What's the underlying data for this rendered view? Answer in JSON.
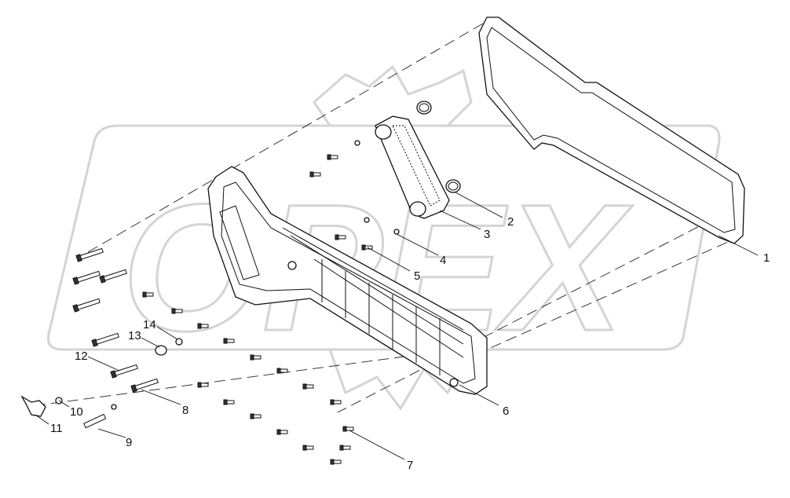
{
  "watermark": {
    "text": "OPEX"
  },
  "corner_mark": "",
  "callouts": [
    {
      "id": "c1",
      "label": "1"
    },
    {
      "id": "c2",
      "label": "2"
    },
    {
      "id": "c3",
      "label": "3"
    },
    {
      "id": "c4",
      "label": "4"
    },
    {
      "id": "c5",
      "label": "5"
    },
    {
      "id": "c6",
      "label": "6"
    },
    {
      "id": "c7",
      "label": "7"
    },
    {
      "id": "c8",
      "label": "8"
    },
    {
      "id": "c9",
      "label": "9"
    },
    {
      "id": "c10",
      "label": "10"
    },
    {
      "id": "c11",
      "label": "11"
    },
    {
      "id": "c12",
      "label": "12"
    },
    {
      "id": "c13",
      "label": "13"
    },
    {
      "id": "c14",
      "label": "14"
    }
  ]
}
